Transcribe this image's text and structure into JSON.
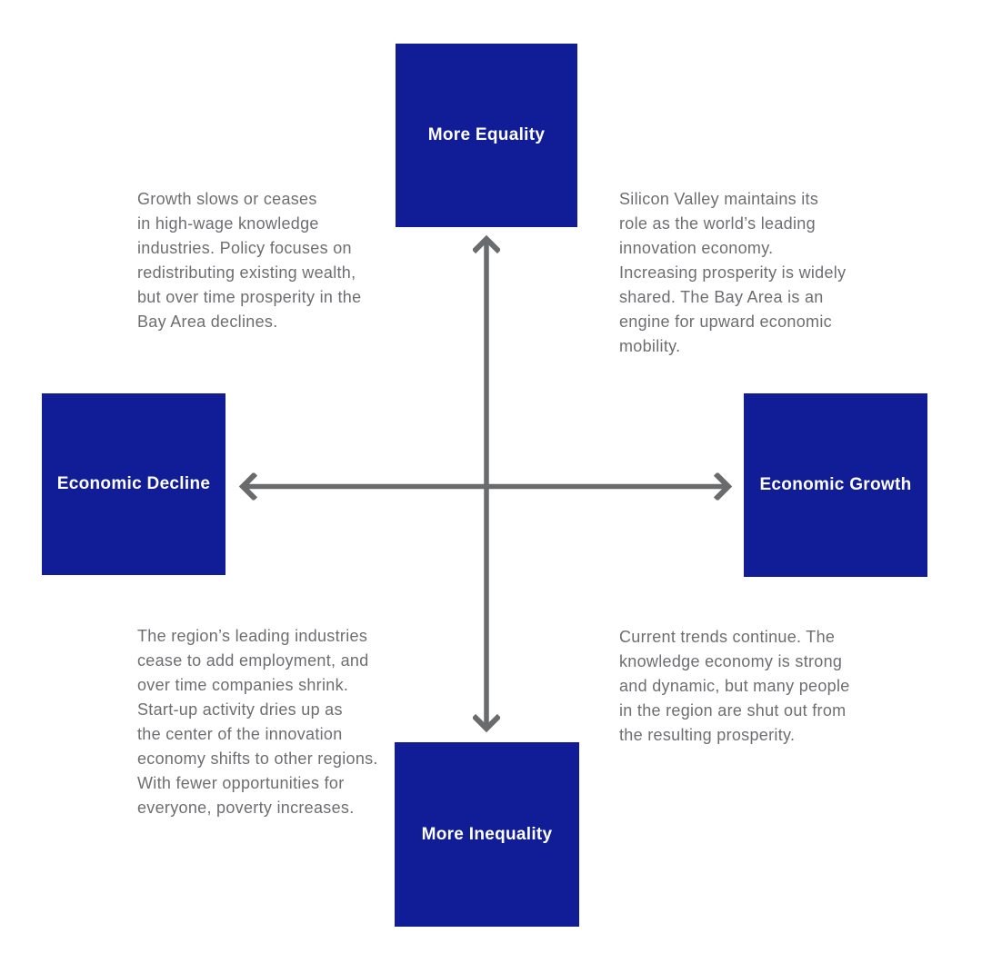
{
  "diagram": {
    "colors": {
      "box": "#101d96",
      "label": "#ffffff",
      "arrow": "#6a6b6d",
      "text": "#6d6e71"
    },
    "axes": {
      "top": {
        "label": "More Equality"
      },
      "bottom": {
        "label": "More Inequality"
      },
      "left": {
        "label": "Economic Decline"
      },
      "right": {
        "label": "Economic Growth"
      }
    },
    "quadrants": {
      "top_left": {
        "text": "Growth slows or ceases\nin high-wage knowledge\nindustries. Policy focuses on\nredistributing existing wealth,\nbut over time prosperity in the\nBay Area declines."
      },
      "top_right": {
        "text": "Silicon Valley maintains its\nrole as the world’s leading\ninnovation economy.\nIncreasing prosperity is widely\nshared. The Bay Area is an\nengine for upward economic\nmobility."
      },
      "bottom_left": {
        "text": "The region’s leading industries\ncease to add employment, and\nover time companies shrink.\nStart-up activity dries up as\nthe center of the innovation\neconomy shifts to other regions.\nWith fewer opportunities for\neveryone, poverty increases."
      },
      "bottom_right": {
        "text": "Current trends continue. The\nknowledge economy is strong\nand dynamic, but many people\nin the region are shut out from\nthe resulting prosperity."
      }
    }
  }
}
